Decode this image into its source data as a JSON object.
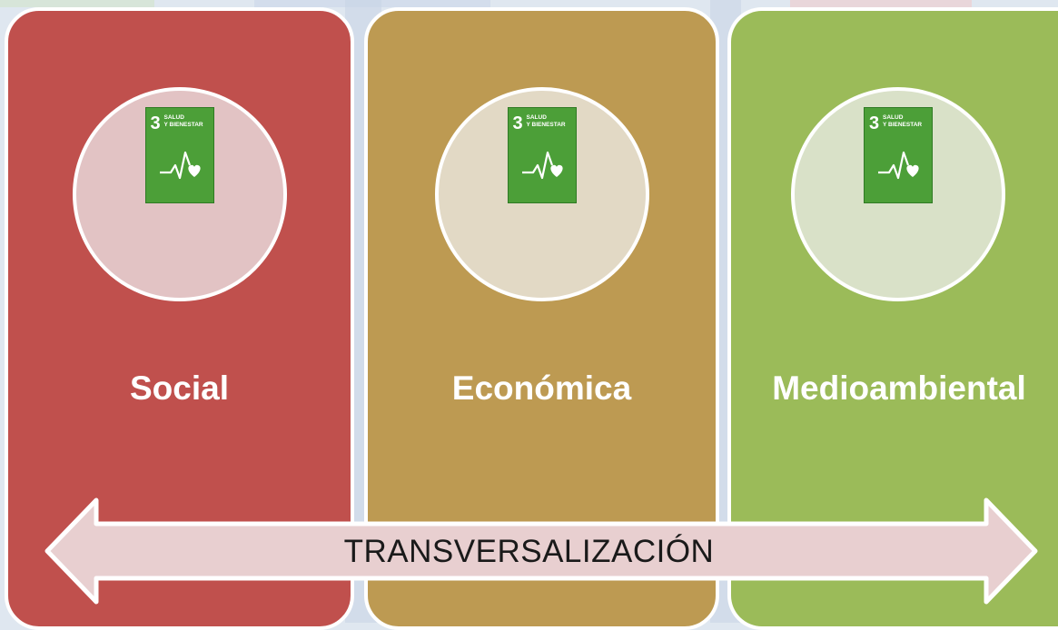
{
  "columns": [
    {
      "label": "Social",
      "color": "#c0504d",
      "circle_color": "#e2c3c4",
      "sdg": {
        "number": "3",
        "text": "SALUD\nY BIENESTAR",
        "icon": "heartbeat-heart-icon",
        "color": "#4c9f38"
      }
    },
    {
      "label": "Económica",
      "color": "#bd9a52",
      "circle_color": "#e2d9c5",
      "sdg": {
        "number": "3",
        "text": "SALUD\nY BIENESTAR",
        "icon": "heartbeat-heart-icon",
        "color": "#4c9f38"
      }
    },
    {
      "label": "Medioambiental",
      "color": "#9bbb59",
      "circle_color": "#d9e1c8",
      "sdg": {
        "number": "3",
        "text": "SALUD\nY BIENESTAR",
        "icon": "heartbeat-heart-icon",
        "color": "#4c9f38"
      }
    }
  ],
  "arrow": {
    "label": "TRANSVERSALIZACIÓN",
    "fill": "#e8cfd0",
    "stroke": "#ffffff",
    "direction": "double-headed"
  }
}
